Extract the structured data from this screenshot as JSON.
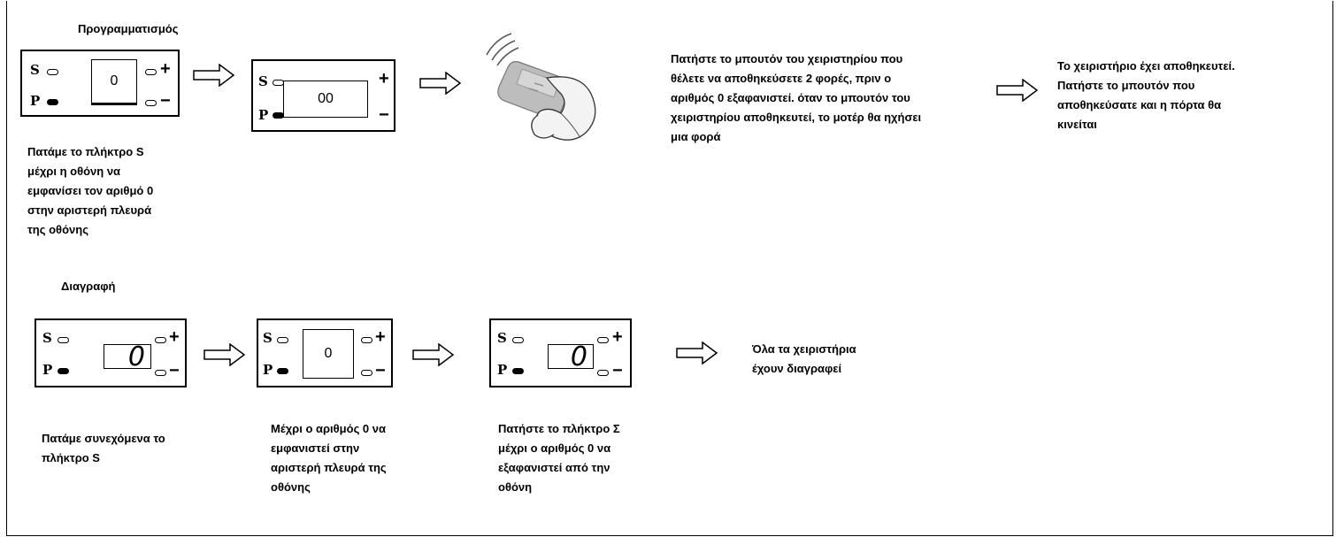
{
  "sections": {
    "programming_title": "Προγραμματισμός",
    "delete_title": "Διαγραφή"
  },
  "panel_labels": {
    "s": "S",
    "p": "P",
    "plus": "+",
    "minus": "−"
  },
  "programming": {
    "display1": "0",
    "display2": "00",
    "step1_lines": [
      "Πατάμε το πλήκτρο  S",
      "μέχρι η οθόνη να",
      "εμφανίσει τον αριθμό 0",
      "στην αριστερή πλευρά",
      "της οθόνης"
    ],
    "step3_lines": [
      "Πατήστε το μπουτόν του χειριστηρίου που",
      "θέλετε να αποθηκεύσετε 2 φορές, πριν ο",
      "αριθμός 0 εξαφανιστεί.  όταν το μπουτόν του",
      "χειριστηρίου αποθηκευτεί, το μοτέρ θα ηχήσει",
      "μια φορά"
    ],
    "step4_lines": [
      "Το χειριστήριο έχει αποθηκευτεί.",
      "Πατήστε το μπουτόν που",
      "αποθηκεύσατε και η πόρτα θα",
      "κινείται"
    ]
  },
  "delete": {
    "display1": "0",
    "display2": "0",
    "display3": "0",
    "step1_lines": [
      "Πατάμε συνεχόμενα  το",
      "πλήκτρο  S"
    ],
    "step2_lines": [
      "Μέχρι ο αριθμός 0 να",
      "εμφανιστεί στην",
      "αριστερή πλευρά της",
      "οθόνης"
    ],
    "step3_lines": [
      "Πατήστε το πλήκτρο Σ",
      "μέχρι ο αριθμός 0 να",
      "εξαφανιστεί από την",
      "οθόνη"
    ],
    "result_lines": [
      "Όλα τα χειριστήρια",
      "έχουν διαγραφεί"
    ]
  },
  "icons": {
    "arrow": "right-outline-arrow-icon",
    "remote": "remote-control-hand-icon"
  }
}
